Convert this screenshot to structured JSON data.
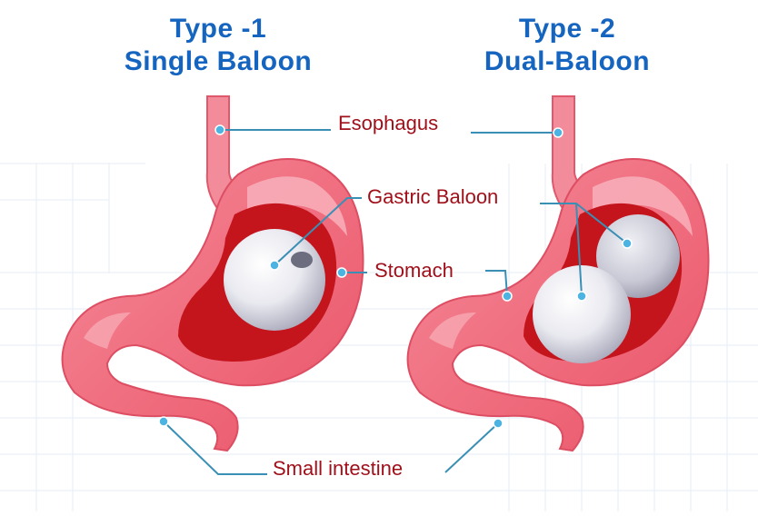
{
  "titles": {
    "left": {
      "line1": "Type -1",
      "line2": "Single Baloon"
    },
    "right": {
      "line1": "Type -2",
      "line2": "Dual-Baloon"
    }
  },
  "labels": {
    "esophagus": "Esophagus",
    "gastric_balloon": "Gastric Baloon",
    "stomach": "Stomach",
    "small_intestine": "Small intestine"
  },
  "colors": {
    "title_blue": "#1565c0",
    "label_red": "#a0101a",
    "leader_line": "#3a8fb5",
    "leader_dot": "#4db3e0",
    "stomach_outer": "#f06b7a",
    "stomach_highlight": "#f7a2ae",
    "stomach_inner": "#c4141c",
    "balloon": "#e8e8ee",
    "balloon_shadow": "#a9a9b8",
    "grid": "#e6eef7"
  }
}
